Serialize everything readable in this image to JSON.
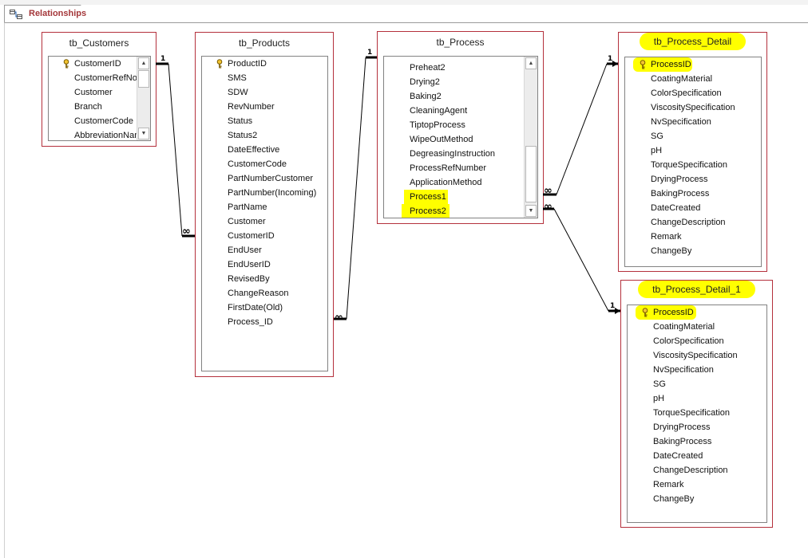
{
  "window": {
    "tab_label": "Relationships",
    "tab_icon": "relationships-icon"
  },
  "colors": {
    "table_border": "#b4303c",
    "tab_text": "#a4373a",
    "highlight": "#ffff00",
    "field_border": "#828282"
  },
  "tables": {
    "customers": {
      "title": "tb_Customers",
      "fields": [
        "CustomerID",
        "CustomerRefNo",
        "Customer",
        "Branch",
        "CustomerCode",
        "AbbreviationName"
      ]
    },
    "products": {
      "title": "tb_Products",
      "fields": [
        "ProductID",
        "SMS",
        "SDW",
        "RevNumber",
        "Status",
        "Status2",
        "DateEffective",
        "CustomerCode",
        "PartNumberCustomer",
        "PartNumber(Incoming)",
        "PartName",
        "Customer",
        "CustomerID",
        "EndUser",
        "EndUserID",
        "RevisedBy",
        "ChangeReason",
        "FirstDate(Old)",
        "Process_ID"
      ]
    },
    "process": {
      "title": "tb_Process",
      "fields": [
        "Preheat2",
        "Drying2",
        "Baking2",
        "CleaningAgent",
        "TiptopProcess",
        "WipeOutMethod",
        "DegreasingInstruction",
        "ProcessRefNumber",
        "ApplicationMethod",
        "Process1",
        "Process2"
      ]
    },
    "process_detail": {
      "title": "tb_Process_Detail",
      "fields": [
        "ProcessID",
        "CoatingMaterial",
        "ColorSpecification",
        "ViscositySpecification",
        "NvSpecification",
        "SG",
        "pH",
        "TorqueSpecification",
        "DryingProcess",
        "BakingProcess",
        "DateCreated",
        "ChangeDescription",
        "Remark",
        "ChangeBy"
      ]
    },
    "process_detail_1": {
      "title": "tb_Process_Detail_1",
      "fields": [
        "ProcessID",
        "CoatingMaterial",
        "ColorSpecification",
        "ViscositySpecification",
        "NvSpecification",
        "SG",
        "pH",
        "TorqueSpecification",
        "DryingProcess",
        "BakingProcess",
        "DateCreated",
        "ChangeDescription",
        "Remark",
        "ChangeBy"
      ]
    }
  },
  "relationships": {
    "one": "1",
    "many": "∞"
  }
}
